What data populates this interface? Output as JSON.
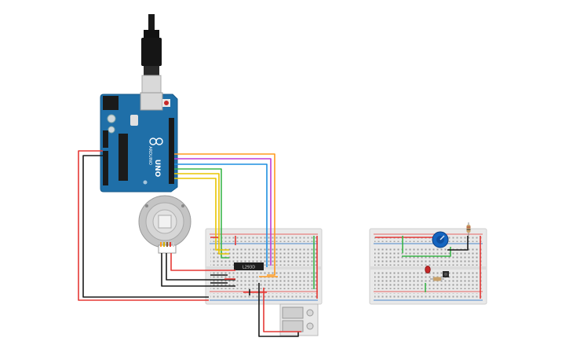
{
  "arduino": {
    "brand": "ARDUINO",
    "model": "UNO",
    "colors": {
      "board": "#1f6fa8",
      "header": "#1a1a1a",
      "reset": "#c62828"
    }
  },
  "motor": {
    "colors": {
      "body": "#c4c4c4",
      "ring": "#e2e2e2"
    },
    "wire_colors": [
      "#ff9a1f",
      "#d6b400",
      "#8b5a2b",
      "#e53935",
      "#cfcfcf"
    ]
  },
  "driver_chip": {
    "label": "L293D"
  },
  "wires": {
    "colors": {
      "red": "#e53935",
      "black": "#1a1a1a",
      "orange": "#ff9a1f",
      "magenta": "#c23bd4",
      "blue": "#1f8fe0",
      "green": "#3bb54a",
      "yellow": "#e8c500"
    }
  },
  "breadboard_left": {
    "colors": {
      "body": "#e9e9e9",
      "rail_red": "#e53935",
      "rail_blue": "#1565c0"
    }
  },
  "breadboard_right": {
    "colors": {
      "body": "#e9e9e9",
      "rail_red": "#e53935",
      "rail_blue": "#1565c0"
    }
  },
  "power_supply": {
    "colors": {
      "body": "#e8e8e8",
      "cell": "#cfcfcf"
    }
  },
  "right_circuit": {
    "colors": {
      "potentiometer": "#1565c0",
      "led": "#c62828",
      "resistor": "#c9a26b",
      "button": "#2b2b2b"
    }
  }
}
